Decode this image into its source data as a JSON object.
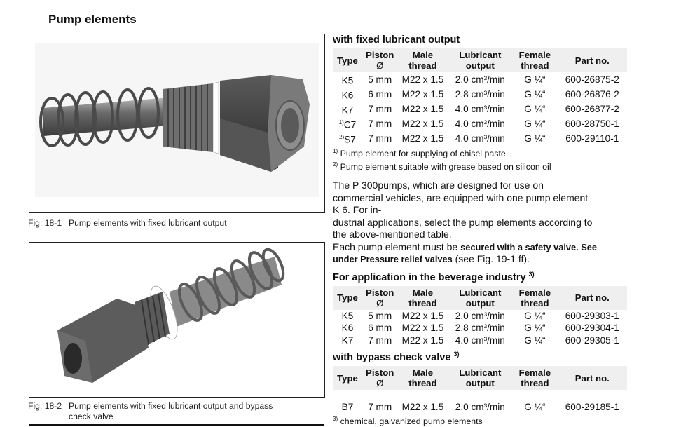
{
  "page": {
    "title": "Pump elements"
  },
  "figures": [
    {
      "number": "Fig. 18-1",
      "caption": "Pump elements with fixed lubricant output"
    },
    {
      "number": "Fig. 18-2",
      "caption": "Pump elements with fixed lubricant output and bypass",
      "caption_cont": "check valve"
    }
  ],
  "columns": {
    "type": "Type",
    "piston_1": "Piston",
    "piston_2": "Ø",
    "male_1": "Male",
    "male_2": "thread",
    "lub_1": "Lubricant",
    "lub_2": "output",
    "fem_1": "Female",
    "fem_2": "thread",
    "part": "Part no."
  },
  "section1": {
    "heading": "with fixed lubricant output",
    "rows": [
      {
        "note": "",
        "type": "K5",
        "piston": "5 mm",
        "male": "M22 x 1.5",
        "output": "2.0 cm³/min",
        "female": "G ¼“",
        "part": "600-26875-2"
      },
      {
        "note": "",
        "type": "K6",
        "piston": "6 mm",
        "male": "M22 x 1.5",
        "output": "2.8 cm³/min",
        "female": "G ¼“",
        "part": "600-26876-2"
      },
      {
        "note": "",
        "type": "K7",
        "piston": "7 mm",
        "male": "M22 x 1.5",
        "output": "4.0 cm³/min",
        "female": "G ¼“",
        "part": "600-26877-2"
      },
      {
        "note": "1)",
        "type": "C7",
        "piston": "7 mm",
        "male": "M22 x 1.5",
        "output": "4.0 cm³/min",
        "female": "G ¼“",
        "part": "600-28750-1"
      },
      {
        "note": "2)",
        "type": "S7",
        "piston": "7 mm",
        "male": "M22 x 1.5",
        "output": "4.0 cm³/min",
        "female": "G ¼“",
        "part": "600-29110-1"
      }
    ],
    "footnotes": [
      {
        "mark": "1)",
        "text": "Pump element for supplying of chisel paste"
      },
      {
        "mark": "2)",
        "text": "Pump element suitable with grease based on silicon oil"
      }
    ]
  },
  "paragraph": {
    "line1": "The P 300pumps, which are designed for use on",
    "line2": "commercial vehicles, are equipped with one pump element",
    "line3": "K 6. For in-",
    "line4": "dustrial applications, select the pump elements according to",
    "line5": "the above-mentioned table.",
    "line6_plain": "Each pump element must be ",
    "line6_bold": "secured with a safety valve. See",
    "line7_bold": "under Pressure relief valves",
    "line7_plain": " (see Fig. 19-1 ff)."
  },
  "section2": {
    "heading": "For application in the beverage industry",
    "heading_note": "3)",
    "rows": [
      {
        "type": "K5",
        "piston": "5 mm",
        "male": "M22 x 1.5",
        "output": "2.0 cm³/min",
        "female": "G ¼“",
        "part": "600-29303-1"
      },
      {
        "type": "K6",
        "piston": "6 mm",
        "male": "M22 x 1.5",
        "output": "2.8 cm³/min",
        "female": "G ¼“",
        "part": "600-29304-1"
      },
      {
        "type": "K7",
        "piston": "7 mm",
        "male": "M22 x 1.5",
        "output": "4.0 cm³/min",
        "female": "G ¼“",
        "part": "600-29305-1"
      }
    ]
  },
  "section3": {
    "heading": "with bypass check valve",
    "heading_note": "3)",
    "rows": [
      {
        "type": "B7",
        "piston": "7 mm",
        "male": "M22 x 1.5",
        "output": "2.0 cm³/min",
        "female": "G ¼“",
        "part": "600-29185-1"
      }
    ],
    "footnotes": [
      {
        "mark": "3)",
        "text": "chemical, galvanized pump elements"
      }
    ]
  }
}
